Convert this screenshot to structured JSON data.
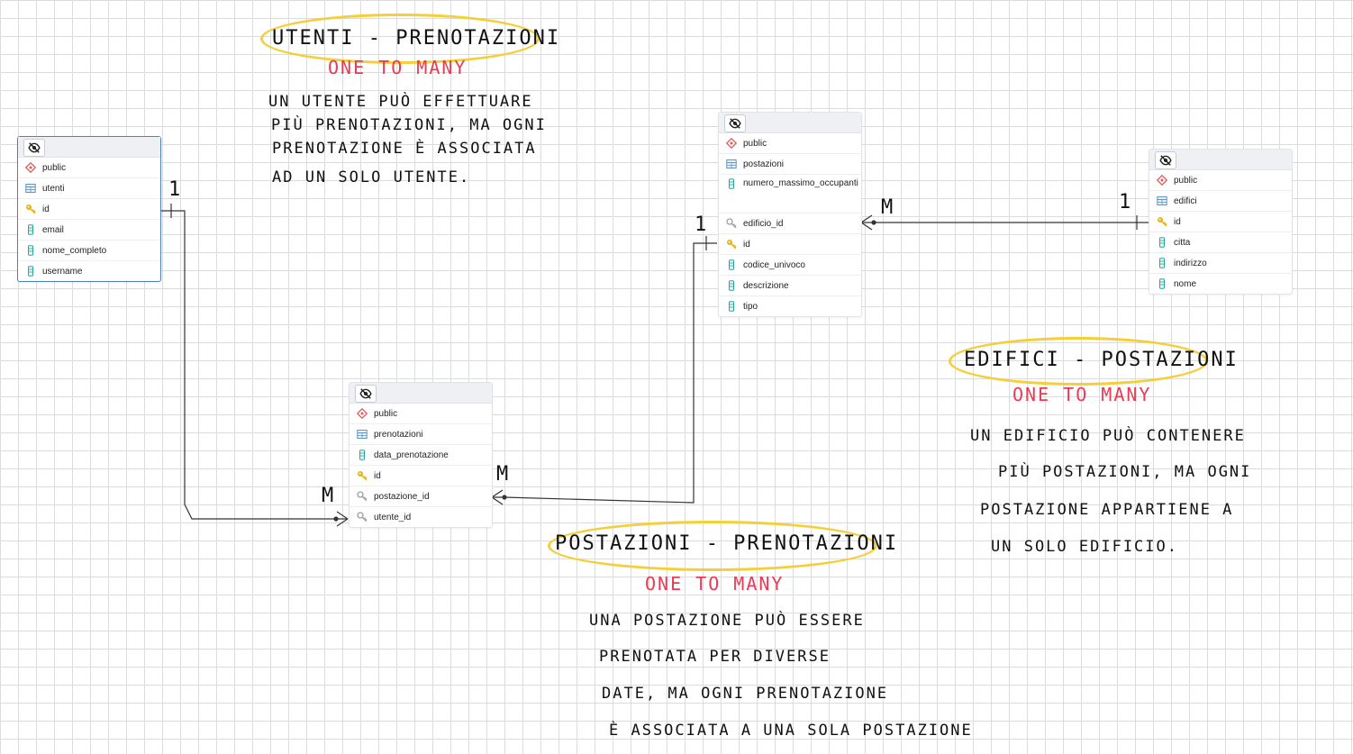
{
  "tables": {
    "utenti": {
      "rows": [
        {
          "label": "public",
          "icon": "schema-icon"
        },
        {
          "label": "utenti",
          "icon": "table-icon"
        },
        {
          "label": "id",
          "icon": "primary-key-icon"
        },
        {
          "label": "email",
          "icon": "column-icon"
        },
        {
          "label": "nome_completo",
          "icon": "column-icon"
        },
        {
          "label": "username",
          "icon": "column-icon"
        }
      ]
    },
    "postazioni": {
      "rows": [
        {
          "label": "public",
          "icon": "schema-icon"
        },
        {
          "label": "postazioni",
          "icon": "table-icon"
        },
        {
          "label": "numero_massimo_occupanti",
          "icon": "column-icon"
        },
        {
          "label": "edificio_id",
          "icon": "foreign-key-icon"
        },
        {
          "label": "id",
          "icon": "primary-key-icon"
        },
        {
          "label": "codice_univoco",
          "icon": "column-icon"
        },
        {
          "label": "descrizione",
          "icon": "column-icon"
        },
        {
          "label": "tipo",
          "icon": "column-icon"
        }
      ]
    },
    "edifici": {
      "rows": [
        {
          "label": "public",
          "icon": "schema-icon"
        },
        {
          "label": "edifici",
          "icon": "table-icon"
        },
        {
          "label": "id",
          "icon": "primary-key-icon"
        },
        {
          "label": "citta",
          "icon": "column-icon"
        },
        {
          "label": "indirizzo",
          "icon": "column-icon"
        },
        {
          "label": "nome",
          "icon": "column-icon"
        }
      ]
    },
    "prenotazioni": {
      "rows": [
        {
          "label": "public",
          "icon": "schema-icon"
        },
        {
          "label": "prenotazioni",
          "icon": "table-icon"
        },
        {
          "label": "data_prenotazione",
          "icon": "column-icon"
        },
        {
          "label": "id",
          "icon": "primary-key-icon"
        },
        {
          "label": "postazione_id",
          "icon": "foreign-key-icon"
        },
        {
          "label": "utente_id",
          "icon": "foreign-key-icon"
        }
      ]
    }
  },
  "cardinality": {
    "utenti_side": "1",
    "prenotazioni_utente_side": "M",
    "prenotazioni_postazione_side": "M",
    "postazioni_id_side": "1",
    "postazioni_edificio_side": "M",
    "edifici_side": "1"
  },
  "notes": {
    "utenti_prenotazioni": {
      "title": "UTENTI - PRENOTAZIONI",
      "relation": "ONE TO MANY",
      "lines": [
        "UN UTENTE PUÒ EFFETTUARE",
        "PIÙ PRENOTAZIONI, MA OGNI",
        "PRENOTAZIONE È ASSOCIATA",
        "AD UN SOLO UTENTE."
      ]
    },
    "edifici_postazioni": {
      "title": "EDIFICI - POSTAZIONI",
      "relation": "ONE TO MANY",
      "lines": [
        "UN EDIFICIO PUÒ CONTENERE",
        "PIÙ POSTAZIONI, MA OGNI",
        "POSTAZIONE APPARTIENE A",
        "UN SOLO EDIFICIO."
      ]
    },
    "postazioni_prenotazioni": {
      "title": "POSTAZIONI - PRENOTAZIONI",
      "relation": "ONE TO MANY",
      "lines": [
        "UNA POSTAZIONE PUÒ ESSERE",
        "PRENOTATA PER DIVERSE",
        "DATE, MA OGNI PRENOTAZIONE",
        "È ASSOCIATA A UNA SOLA POSTAZIONE"
      ]
    }
  },
  "colors": {
    "highlight_oval": "#f4cf3a",
    "relation_text": "#ea3a55",
    "selected_table_border": "#4e7fc0",
    "column_icon": "#2aa59a",
    "schema_icon": "#e05a5a",
    "key_icon": "#e3b41e",
    "foreign_key_icon": "#9aa0a6"
  }
}
